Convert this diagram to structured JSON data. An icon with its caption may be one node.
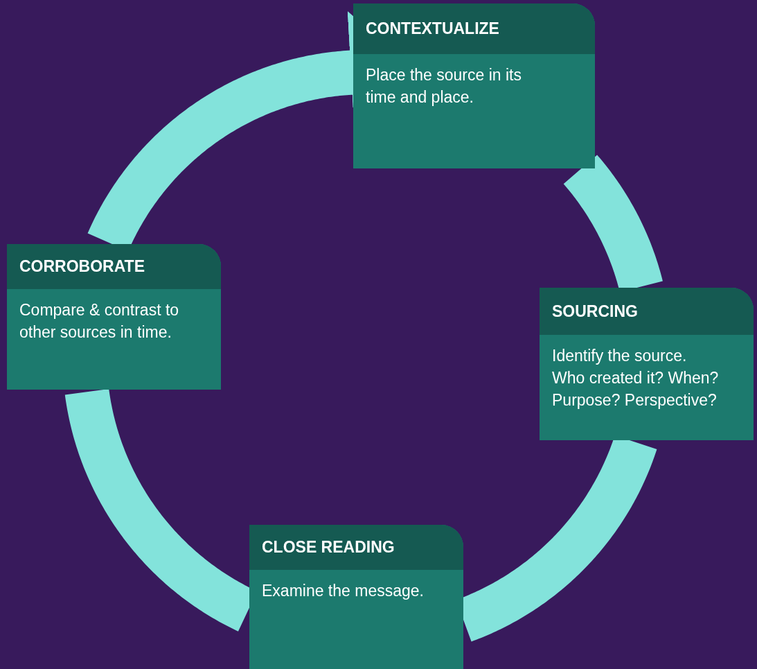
{
  "diagram": {
    "nodes": [
      {
        "text": [
          "CONTEXTUALIZE",
          "Place the source in its time and place."
        ]
      },
      {
        "text": [
          "SOURCING",
          "Identify the source. Who created it? When? Purpose? Perspective?"
        ]
      },
      {
        "text": [
          "CLOSE READING",
          "Examine the message."
        ]
      },
      {
        "text": [
          "CORROBORATE",
          "Compare & contrast to other sources in time."
        ]
      }
    ],
    "edges": [
      {
        "from": 0,
        "to": 1,
        "arrow": "none"
      },
      {
        "from": 1,
        "to": 2,
        "arrow": "none"
      },
      {
        "from": 2,
        "to": 3,
        "arrow": "none"
      },
      {
        "from": 3,
        "to": 0,
        "arrow": "to"
      }
    ]
  }
}
